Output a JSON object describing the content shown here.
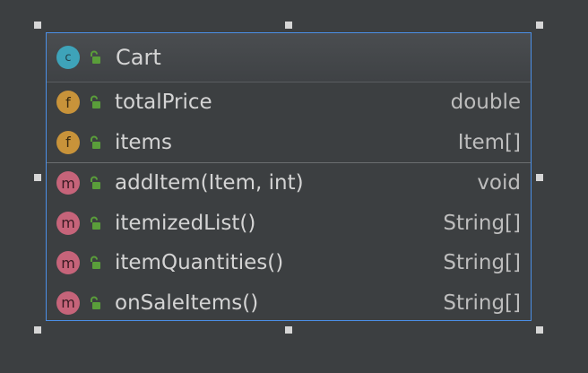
{
  "class": {
    "badge": "c",
    "name": "Cart",
    "badge_color": "#3ea3b9"
  },
  "fields": [
    {
      "badge": "f",
      "name": "totalPrice",
      "type": "double"
    },
    {
      "badge": "f",
      "name": "items",
      "type": "Item[]"
    }
  ],
  "methods": [
    {
      "badge": "m",
      "name": "addItem(Item, int)",
      "type": "void"
    },
    {
      "badge": "m",
      "name": "itemizedList()",
      "type": "String[]"
    },
    {
      "badge": "m",
      "name": "itemQuantities()",
      "type": "String[]"
    },
    {
      "badge": "m",
      "name": "onSaleItems()",
      "type": "String[]"
    }
  ],
  "colors": {
    "background": "#3c3f41",
    "selection_border": "#4b8fe6",
    "field_badge": "#c8933a",
    "method_badge": "#c6647a",
    "visibility_public": "#5a9e3a"
  },
  "icons": {
    "visibility": "unlocked-padlock-icon"
  }
}
